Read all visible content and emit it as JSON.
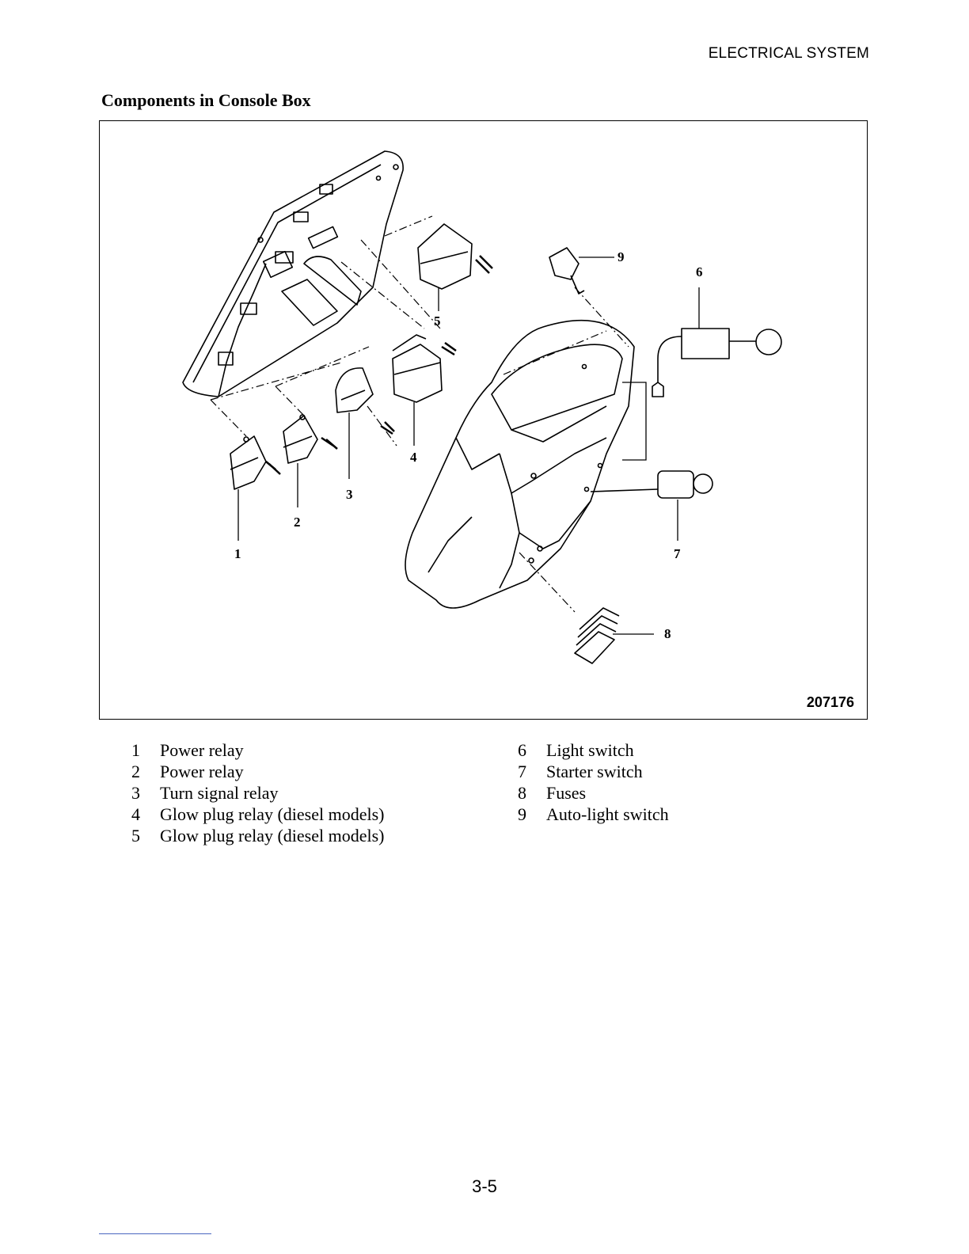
{
  "header": {
    "section": "ELECTRICAL SYSTEM"
  },
  "title": "Components in Console Box",
  "figure": {
    "id": "207176",
    "callouts": [
      "1",
      "2",
      "3",
      "4",
      "5",
      "6",
      "7",
      "8",
      "9"
    ]
  },
  "legend": {
    "left": [
      {
        "num": "1",
        "label": "Power relay"
      },
      {
        "num": "2",
        "label": "Power relay"
      },
      {
        "num": "3",
        "label": "Turn signal relay"
      },
      {
        "num": "4",
        "label": "Glow plug relay (diesel models)"
      },
      {
        "num": "5",
        "label": "Glow plug relay (diesel models)"
      }
    ],
    "right": [
      {
        "num": "6",
        "label": "Light switch"
      },
      {
        "num": "7",
        "label": "Starter switch"
      },
      {
        "num": "8",
        "label": "Fuses"
      },
      {
        "num": "9",
        "label": "Auto-light switch"
      }
    ]
  },
  "page_number": "3-5"
}
